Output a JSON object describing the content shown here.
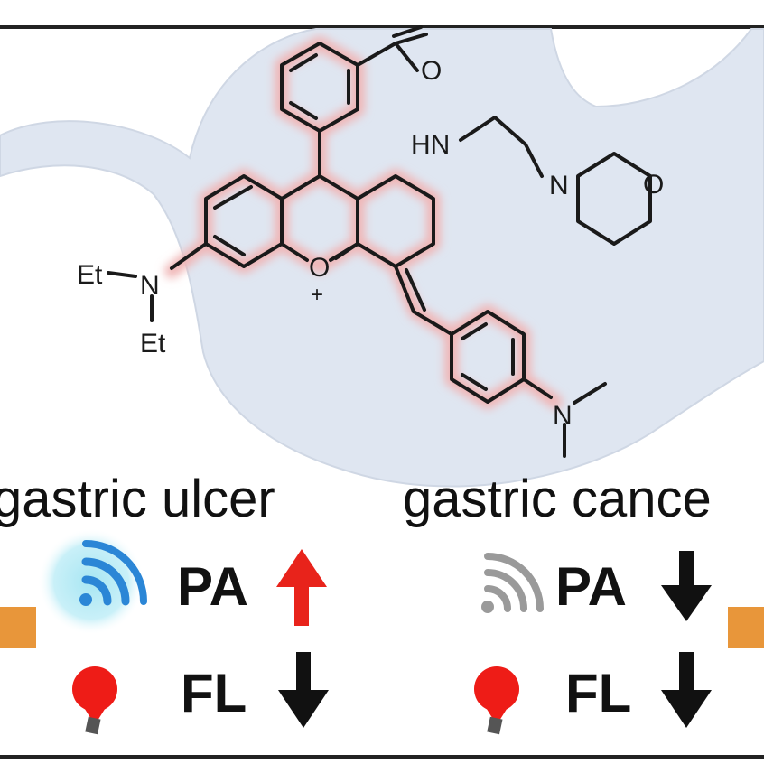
{
  "molecule": {
    "labels": {
      "et_top": "Et",
      "n_left": "N",
      "et_bottom": "Et",
      "o_ring": "O",
      "plus": "+",
      "o_carbonyl": "O",
      "hn": "HN",
      "n_morph": "N",
      "o_morph": "O",
      "n_dimethyl": "N"
    },
    "glow_color": "#f0b6b6"
  },
  "panels": [
    {
      "title": "gastric ulcer",
      "rows": [
        {
          "icon": "signal-icon",
          "label": "PA",
          "arrow": "up",
          "icon_color": "#2b86d6",
          "arrow_color": "#e8231b"
        },
        {
          "icon": "lamp-icon",
          "label": "FL",
          "arrow": "down",
          "icon_color": "#ee1c17",
          "arrow_color": "#111111"
        }
      ]
    },
    {
      "title": "gastric cance",
      "rows": [
        {
          "icon": "signal-icon",
          "label": "PA",
          "arrow": "down",
          "icon_color": "#9a9a9a",
          "arrow_color": "#111111"
        },
        {
          "icon": "lamp-icon",
          "label": "FL",
          "arrow": "down",
          "icon_color": "#ee1c17",
          "arrow_color": "#111111"
        }
      ]
    }
  ],
  "colors": {
    "stomach": "#dfe6f1",
    "orange_marker": "#e8963a",
    "signal_glow": "#bdebf5"
  }
}
